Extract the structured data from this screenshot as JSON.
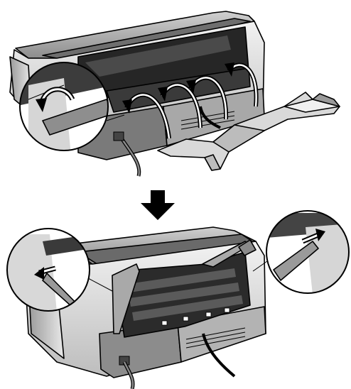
{
  "figure": {
    "steps": [
      {
        "state": "attaching rear paper support"
      },
      {
        "state": "rear paper support attached"
      }
    ],
    "colors": {
      "body_light": "#e6e6e6",
      "body_mid": "#b5b5b5",
      "body_dark": "#5a5a5a",
      "panel_black": "#1e1e1e",
      "arrow_black": "#000000",
      "background": "#ffffff"
    },
    "icons": [
      "printer-illustration",
      "paper-support-illustration",
      "curved-arrow-icon",
      "down-arrow-icon",
      "magnifier-inset"
    ]
  }
}
